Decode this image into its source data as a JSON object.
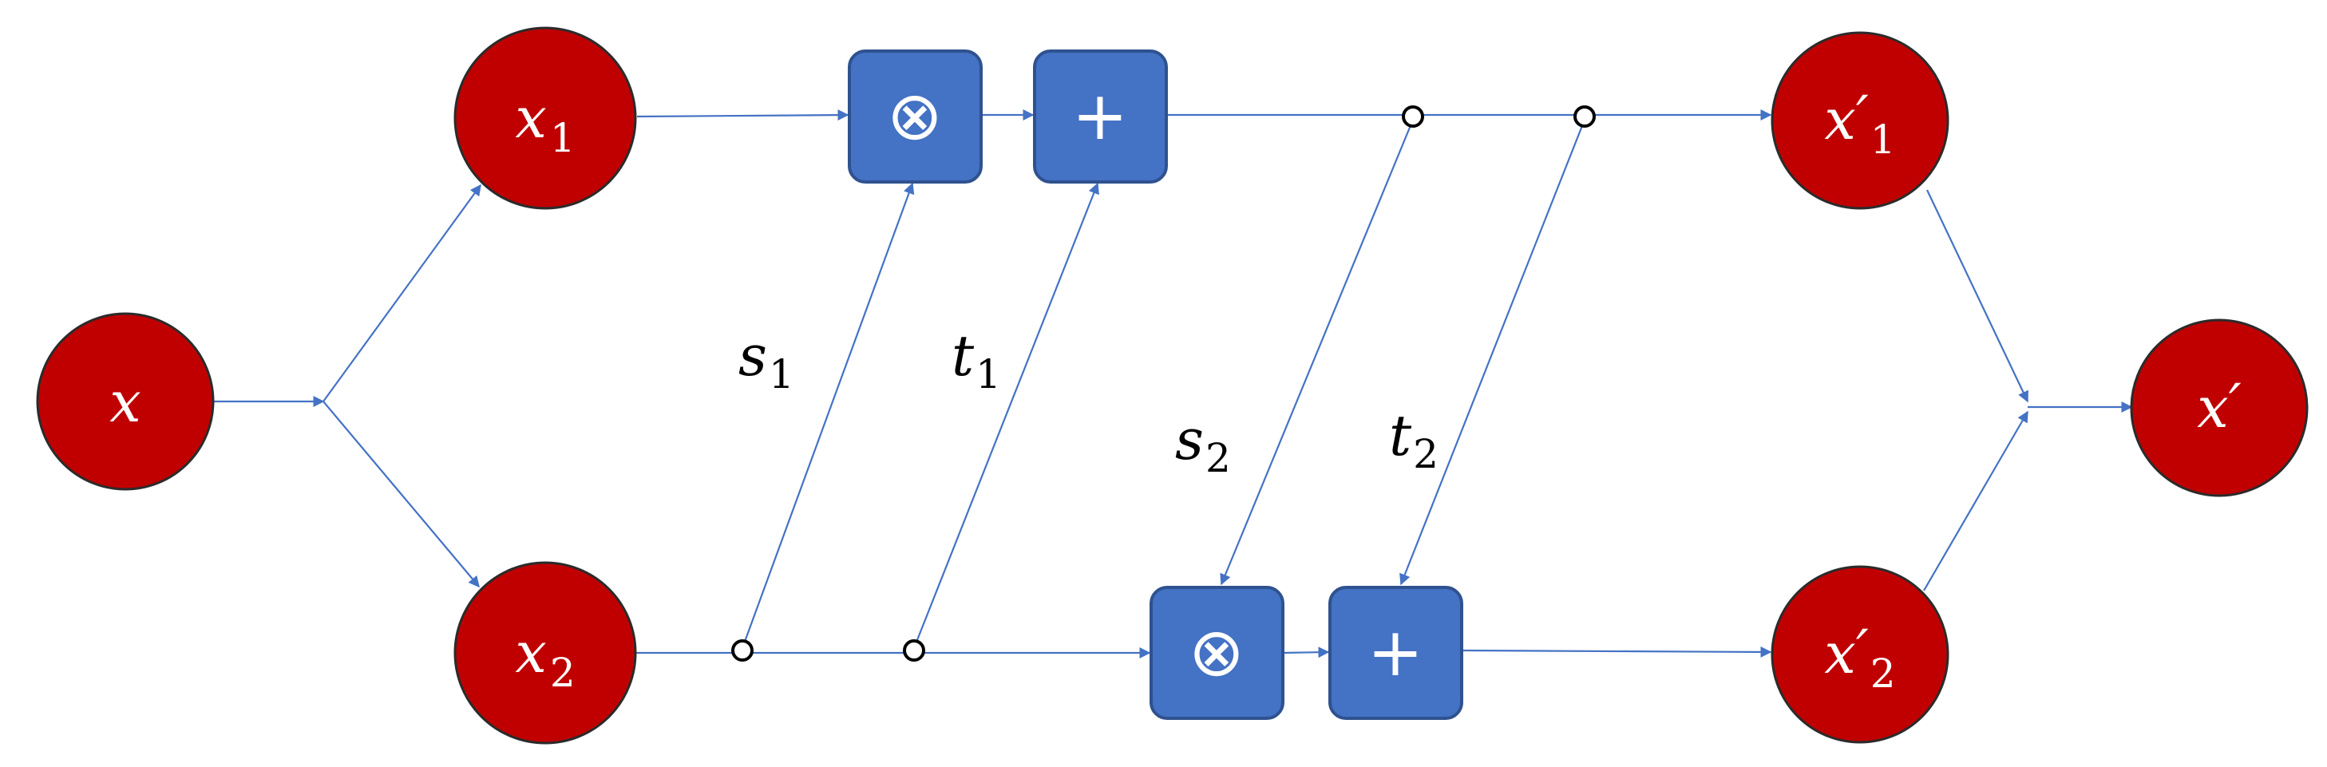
{
  "nodes": {
    "x": {
      "main": "x",
      "prime": "",
      "sub": ""
    },
    "x1": {
      "main": "x",
      "prime": "",
      "sub": "1"
    },
    "x2": {
      "main": "x",
      "prime": "",
      "sub": "2"
    },
    "x1p": {
      "main": "x",
      "prime": "′",
      "sub": "1"
    },
    "x2p": {
      "main": "x",
      "prime": "′",
      "sub": "2"
    },
    "xp": {
      "main": "x",
      "prime": "′",
      "sub": ""
    }
  },
  "operators": {
    "mul1": "⊗",
    "add1": "+",
    "mul2": "⊗",
    "add2": "+"
  },
  "labels": {
    "s1": {
      "main": "s",
      "sub": "1"
    },
    "t1": {
      "main": "t",
      "sub": "1"
    },
    "s2": {
      "main": "s",
      "sub": "2"
    },
    "t2": {
      "main": "t",
      "sub": "2"
    }
  },
  "colors": {
    "node_fill": "#c00000",
    "op_fill": "#4472c4",
    "edge": "#4472c4"
  }
}
